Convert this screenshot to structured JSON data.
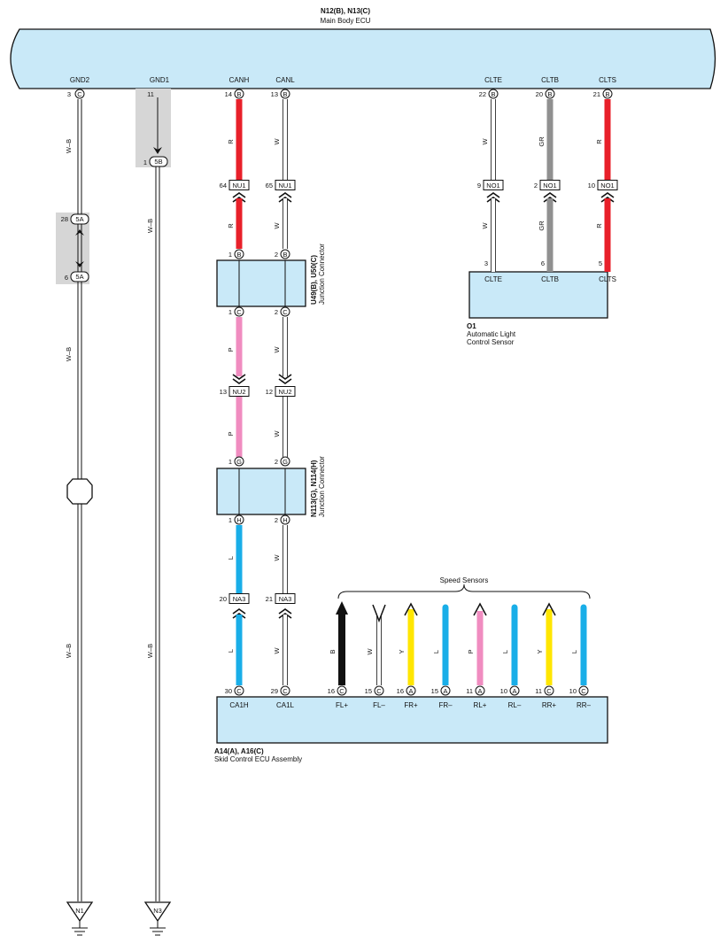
{
  "top_ecu": {
    "title": "N12(B), N13(C)",
    "subtitle": "Main Body ECU"
  },
  "top_pins": [
    "GND2",
    "GND1",
    "CANH",
    "CANL",
    "CLTE",
    "CLTB",
    "CLTS"
  ],
  "top_pin_numbers": {
    "gnd2": {
      "num": "3",
      "conn": "C"
    },
    "gnd1": {
      "num": "11"
    },
    "canh": {
      "num": "14",
      "conn": "B"
    },
    "canl": {
      "num": "13",
      "conn": "B"
    },
    "clte": {
      "num": "22",
      "conn": "B"
    },
    "cltb": {
      "num": "20",
      "conn": "B"
    },
    "clts": {
      "num": "21",
      "conn": "B"
    }
  },
  "wire_colors": {
    "W-B": "W–B",
    "R": "R",
    "W": "W",
    "GR": "GR",
    "P": "P",
    "L": "L",
    "B": "B",
    "Y": "Y"
  },
  "color_hex": {
    "R": "#e8202a",
    "W": "#ffffff",
    "GR": "#909090",
    "P": "#f08cc0",
    "L": "#19aee8",
    "B": "#111111",
    "Y": "#ffe600",
    "WB": "#ffffff",
    "ecu_fill": "#c9e9f8",
    "splice_fill": "#d6d6d6"
  },
  "junction_connectors": [
    {
      "id": "U49(B), U50(C)",
      "name": "Junction Connector"
    },
    {
      "id": "N113(G), N114(H)",
      "name": "Junction Connector"
    }
  ],
  "inline_connectors": {
    "gnd2_upper": {
      "num": "28",
      "name": "5A"
    },
    "gnd2_lower": {
      "num": "6",
      "name": "5A"
    },
    "gnd1": {
      "num": "1",
      "name": "5B"
    },
    "nu1_canh": {
      "num": "64",
      "name": "NU1"
    },
    "nu1_canl": {
      "num": "65",
      "name": "NU1"
    },
    "nu2_canh": {
      "num": "13",
      "name": "NU2"
    },
    "nu2_canl": {
      "num": "12",
      "name": "NU2"
    },
    "na3_canh": {
      "num": "20",
      "name": "NA3"
    },
    "na3_canl": {
      "num": "21",
      "name": "NA3"
    },
    "no1_clte": {
      "num": "9",
      "name": "NO1"
    },
    "no1_cltb": {
      "num": "2",
      "name": "NO1"
    },
    "no1_clts": {
      "num": "10",
      "name": "NO1"
    }
  },
  "jc_pins": {
    "u49_in_h": {
      "num": "1",
      "conn": "B"
    },
    "u49_in_l": {
      "num": "2",
      "conn": "B"
    },
    "u50_out_h": {
      "num": "1",
      "conn": "C"
    },
    "u50_out_l": {
      "num": "2",
      "conn": "C"
    },
    "n113_in_h": {
      "num": "1",
      "conn": "G"
    },
    "n113_in_l": {
      "num": "2",
      "conn": "G"
    },
    "n114_out_h": {
      "num": "1",
      "conn": "H"
    },
    "n114_out_l": {
      "num": "2",
      "conn": "H"
    }
  },
  "light_sensor": {
    "id": "O1",
    "name_line1": "Automatic Light",
    "name_line2": "Control Sensor",
    "pins": [
      {
        "num": "3",
        "label": "CLTE"
      },
      {
        "num": "6",
        "label": "CLTB"
      },
      {
        "num": "5",
        "label": "CLTS"
      }
    ]
  },
  "skid_ecu": {
    "id": "A14(A), A16(C)",
    "name": "Skid Control ECU Assembly",
    "pins": [
      {
        "num": "30",
        "conn": "C",
        "label": "CA1H"
      },
      {
        "num": "29",
        "conn": "C",
        "label": "CA1L"
      },
      {
        "num": "16",
        "conn": "C",
        "label": "FL+"
      },
      {
        "num": "15",
        "conn": "C",
        "label": "FL–"
      },
      {
        "num": "16",
        "conn": "A",
        "label": "FR+"
      },
      {
        "num": "15",
        "conn": "A",
        "label": "FR–"
      },
      {
        "num": "11",
        "conn": "A",
        "label": "RL+"
      },
      {
        "num": "10",
        "conn": "A",
        "label": "RL–"
      },
      {
        "num": "11",
        "conn": "C",
        "label": "RR+"
      },
      {
        "num": "10",
        "conn": "C",
        "label": "RR–"
      }
    ]
  },
  "speed_sensors": {
    "title": "Speed Sensors",
    "wires": [
      "B",
      "W",
      "Y",
      "L",
      "P",
      "L",
      "Y",
      "L"
    ]
  },
  "grounds": [
    "N1",
    "N3"
  ]
}
